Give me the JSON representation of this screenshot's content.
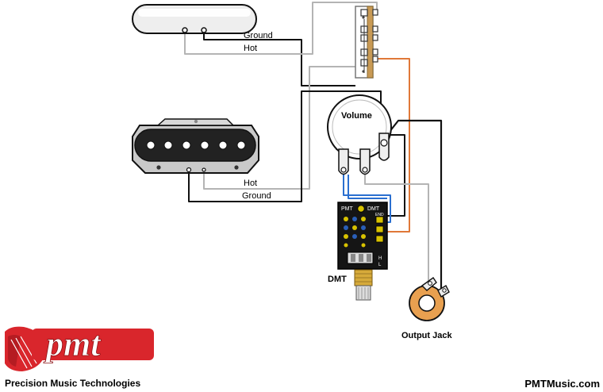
{
  "labels": {
    "ground_top": "Ground",
    "hot_top": "Hot",
    "hot_bottom": "Hot",
    "ground_bottom": "Ground",
    "volume": "Volume",
    "dmt": "DMT",
    "output_jack": "Output Jack",
    "board_pmt": "PMT",
    "board_dmt": "DMT",
    "board_end": "END",
    "board_h": "H",
    "board_l": "L",
    "logo_text": "pmt",
    "company": "Precision Music Technologies",
    "website": "PMTMusic.com"
  },
  "colors": {
    "wire_black": "#111111",
    "wire_white": "#b4b4b4",
    "wire_orange": "#e07838",
    "wire_blue": "#2a6fd0",
    "pot_tan": "#c89a55",
    "board_black": "#151515",
    "board_yellow": "#d8c200",
    "jack_orange": "#e8a050",
    "logo_red": "#d9262c"
  }
}
